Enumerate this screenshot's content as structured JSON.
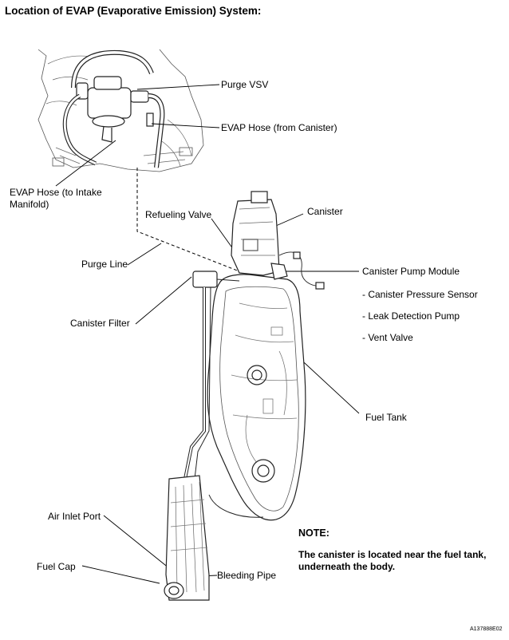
{
  "title": "Location of EVAP (Evaporative Emission) System:",
  "labels": {
    "purge_vsv": "Purge VSV",
    "evap_hose_canister": "EVAP Hose (from Canister)",
    "evap_hose_intake": "EVAP Hose (to Intake Manifold)",
    "refueling_valve": "Refueling Valve",
    "canister": "Canister",
    "purge_line": "Purge Line",
    "canister_pump_module": "Canister Pump Module",
    "canister_pressure_sensor": "- Canister Pressure Sensor",
    "leak_detection_pump": "- Leak Detection Pump",
    "vent_valve": "- Vent Valve",
    "canister_filter": "Canister Filter",
    "fuel_tank": "Fuel Tank",
    "air_inlet_port": "Air Inlet Port",
    "fuel_cap": "Fuel Cap",
    "bleeding_pipe": "Bleeding Pipe"
  },
  "note": {
    "heading": "NOTE:",
    "text": "The canister is located near the fuel tank, underneath the body."
  },
  "figure_code": "A137888E02"
}
